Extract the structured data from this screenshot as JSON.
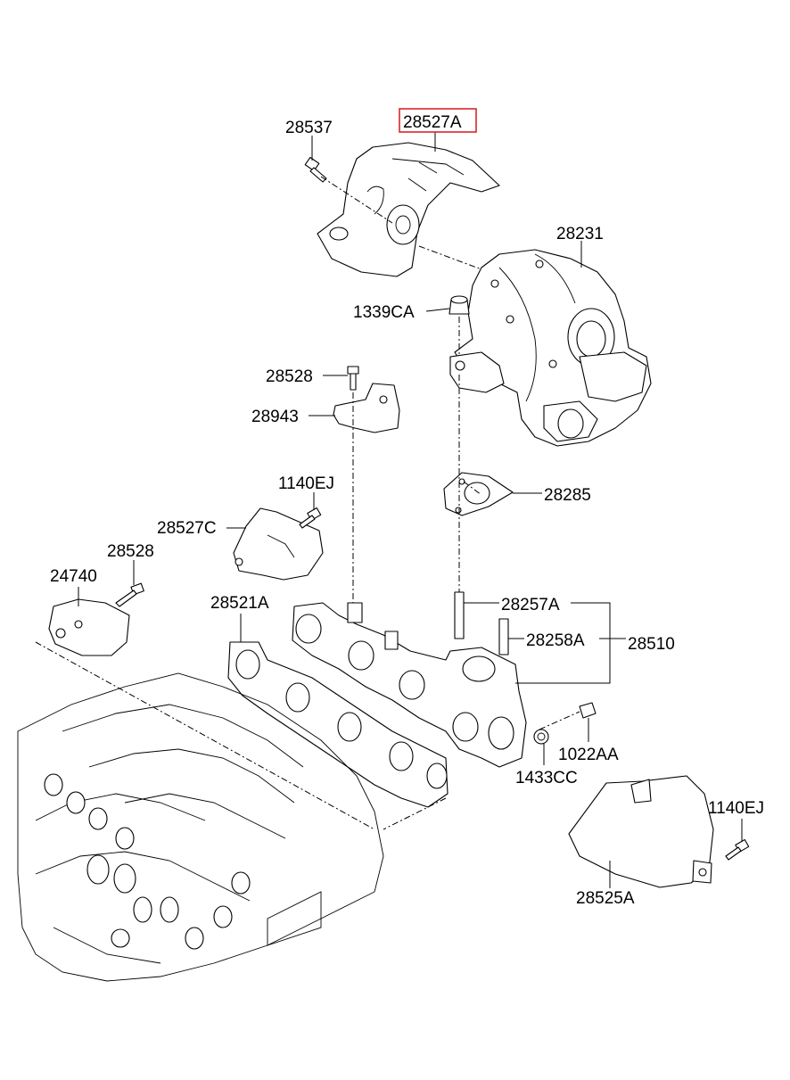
{
  "highlight_color": "#d9262c",
  "highlighted_part": "28527A",
  "labels": {
    "p28527A": "28527A",
    "p28537": "28537",
    "p28231": "28231",
    "p1339CA": "1339CA",
    "p28528_top": "28528",
    "p28943": "28943",
    "p28285": "28285",
    "p1140EJ_top": "1140EJ",
    "p28527C": "28527C",
    "p28528_left": "28528",
    "p24740": "24740",
    "p28521A": "28521A",
    "p28257A": "28257A",
    "p28258A": "28258A",
    "p28510": "28510",
    "p1022AA": "1022AA",
    "p1433CC": "1433CC",
    "p1140EJ_right": "1140EJ",
    "p28525A": "28525A"
  },
  "icons": {
    "heat_shield_upper": "heat-shield",
    "turbocharger": "turbocharger",
    "exhaust_manifold": "manifold",
    "cylinder_head": "engine-head"
  }
}
